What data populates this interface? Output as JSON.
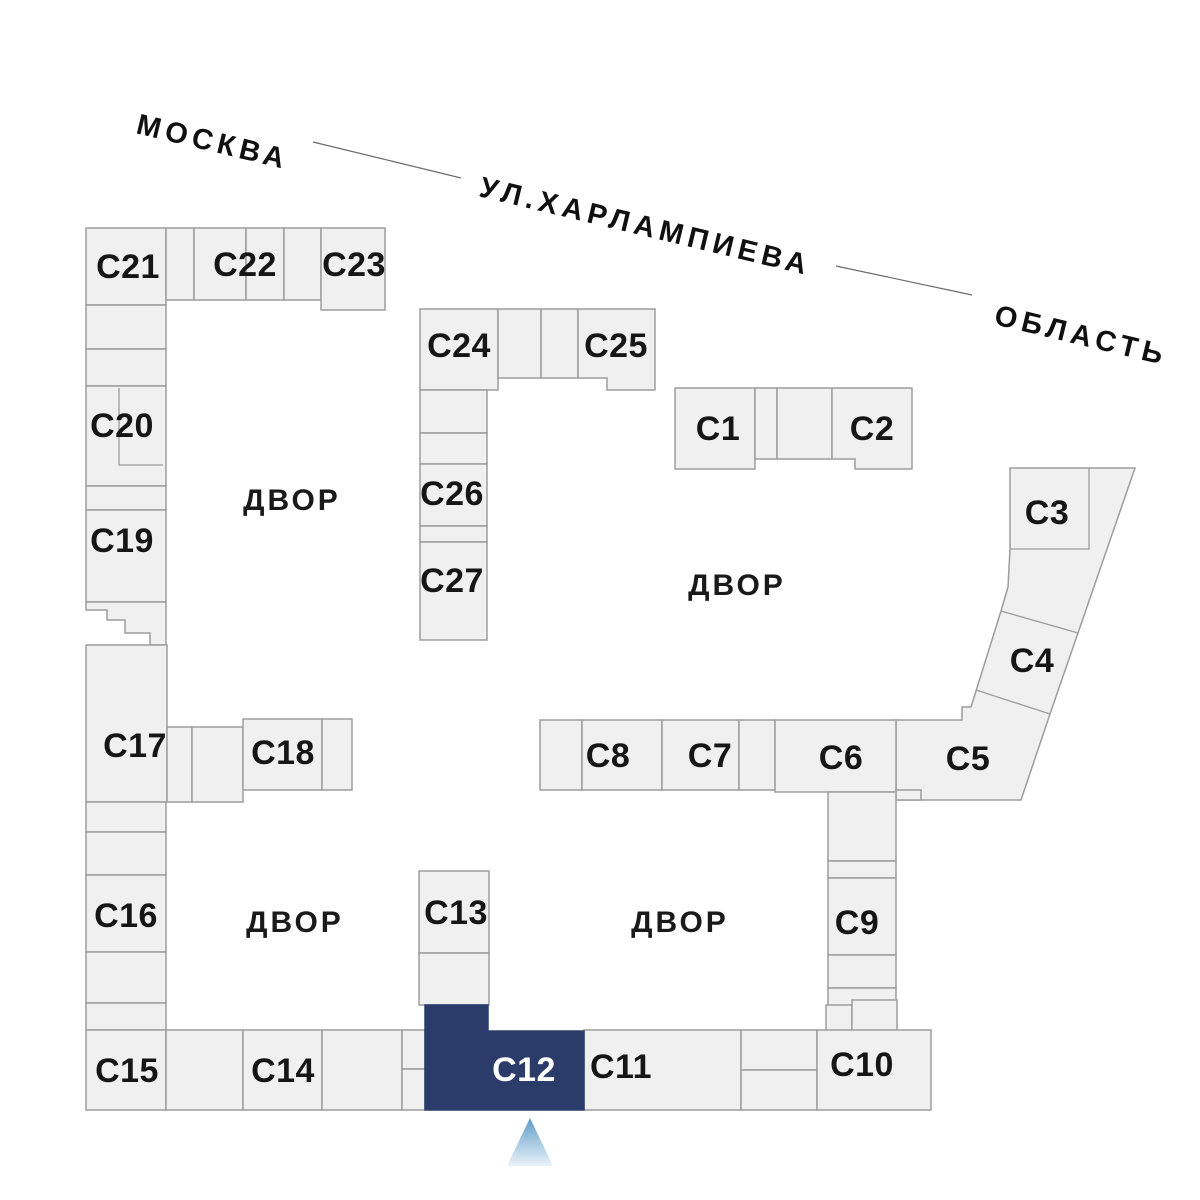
{
  "streets": {
    "moscow": "МОСКВА",
    "kharlampieva": "УЛ.ХАРЛАМПИЕВА",
    "oblast": "ОБЛАСТЬ"
  },
  "courtyard": {
    "label": "ДВОР"
  },
  "buildings": {
    "c1": "С1",
    "c2": "С2",
    "c3": "С3",
    "c4": "С4",
    "c5": "С5",
    "c6": "С6",
    "c7": "С7",
    "c8": "С8",
    "c9": "С9",
    "c10": "С10",
    "c11": "С11",
    "c12": "С12",
    "c13": "С13",
    "c14": "С14",
    "c15": "С15",
    "c16": "С16",
    "c17": "С17",
    "c18": "С18",
    "c19": "С19",
    "c20": "С20",
    "c21": "С21",
    "c22": "С22",
    "c23": "С23",
    "c24": "С24",
    "c25": "С25",
    "c26": "С26",
    "c27": "С27"
  },
  "selected_building": "С12",
  "colors": {
    "building_fill": "#f0f0f0",
    "building_stroke": "#9d9d9d",
    "selected_fill": "#2b3c6b",
    "selected_text": "#ffffff",
    "label_color": "#161616",
    "pointer_top": "#5f9cc6",
    "pointer_bottom": "#eaf3fa"
  }
}
